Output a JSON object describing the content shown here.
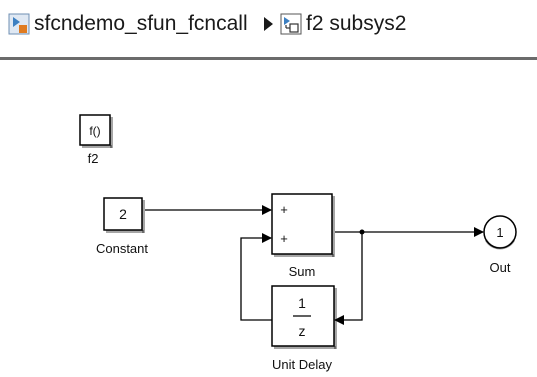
{
  "breadcrumb": {
    "root_label": "sfcndemo_sfun_fcncall",
    "current_label": "f2 subsys2"
  },
  "blocks": {
    "fcn_trigger": {
      "glyph": "f()",
      "name": "f2"
    },
    "constant": {
      "value": "2",
      "name": "Constant"
    },
    "sum": {
      "port1_sign": "+",
      "port2_sign": "+",
      "name": "Sum"
    },
    "unit_delay": {
      "numerator": "1",
      "denominator": "z",
      "name": "Unit Delay"
    },
    "outport": {
      "port_number": "1",
      "name": "Out"
    }
  },
  "colors": {
    "text": "#111111",
    "block_border": "#000000",
    "rule": "#6b6b6b",
    "icon_blue": "#3c7fc1",
    "icon_orange": "#e07b20"
  }
}
